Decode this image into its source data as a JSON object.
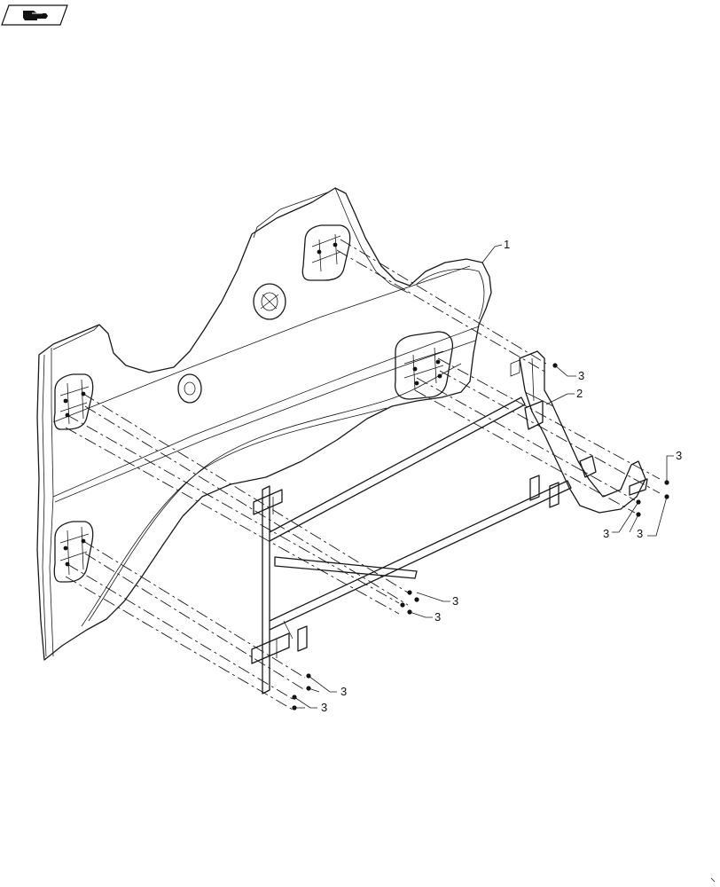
{
  "toolbar": {
    "nav_icon": "hand-pointer-icon"
  },
  "callouts": {
    "c1": "1",
    "c2": "2",
    "c3": "3"
  }
}
